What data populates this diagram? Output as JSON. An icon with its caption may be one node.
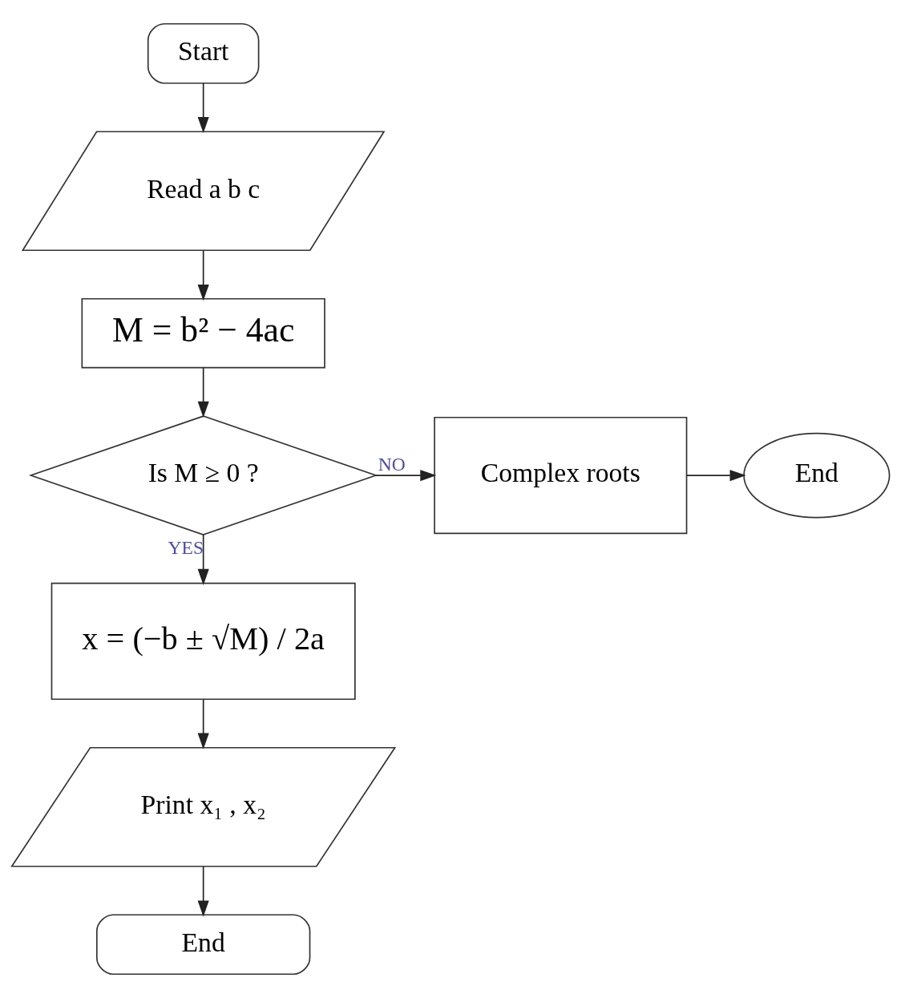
{
  "diagram": {
    "nodes": [
      {
        "text": [
          "Start"
        ]
      },
      {
        "text": [
          "Read a b c"
        ]
      },
      {
        "text": [
          "M = b² − 4ac"
        ]
      },
      {
        "text": [
          "Is M ≥ 0 ?"
        ]
      },
      {
        "text": [
          "Complex roots"
        ]
      },
      {
        "text": [
          "End"
        ]
      },
      {
        "text": [
          "x = (−b ± √M) / 2a"
        ]
      },
      {
        "text": [
          "Print x₁ , x₂"
        ]
      },
      {
        "text": [
          "End"
        ]
      }
    ],
    "edges": [
      {
        "from": 0,
        "to": 1,
        "arrow": "to"
      },
      {
        "from": 1,
        "to": 2,
        "arrow": "to"
      },
      {
        "from": 2,
        "to": 3,
        "arrow": "to"
      },
      {
        "from": 3,
        "to": 4,
        "arrow": "to",
        "label": "NO"
      },
      {
        "from": 4,
        "to": 5,
        "arrow": "to"
      },
      {
        "from": 3,
        "to": 6,
        "arrow": "to",
        "label": "YES"
      },
      {
        "from": 6,
        "to": 7,
        "arrow": "to"
      },
      {
        "from": 7,
        "to": 8,
        "arrow": "to"
      }
    ]
  }
}
